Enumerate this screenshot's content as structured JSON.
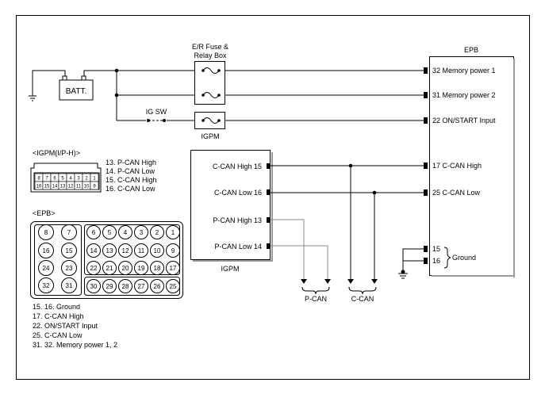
{
  "battery": {
    "label": "BATT."
  },
  "er_fuse": {
    "label_line1": "E/R Fuse &",
    "label_line2": "Relay Box"
  },
  "ig_sw": {
    "label": "IG SW"
  },
  "igpm_fuse": {
    "label": "IGPM"
  },
  "epb": {
    "title": "EPB",
    "pins": {
      "p32": "32 Memory power 1",
      "p31": "31 Memory power 2",
      "p22": "22 ON/START Input",
      "p17": "17 C-CAN High",
      "p25": "25 C-CAN Low",
      "p15": "15",
      "p16": "16"
    },
    "ground_label": "Ground"
  },
  "igpm": {
    "title": "IGPM",
    "pins": {
      "ccan_high": "C-CAN High 15",
      "ccan_low": "C-CAN Low 16",
      "pcan_high": "P-CAN High 13",
      "pcan_low": "P-CAN Low 14"
    }
  },
  "buses": {
    "pcan": "P-CAN",
    "ccan": "C-CAN"
  },
  "igpm_connector": {
    "title": "<IGPM(I/P-H)>",
    "top_row": [
      "8",
      "7",
      "6",
      "5",
      "4",
      "3",
      "2",
      "1"
    ],
    "bottom_row": [
      "16",
      "15",
      "14",
      "13",
      "12",
      "11",
      "10",
      "9"
    ],
    "legend": [
      "13. P-CAN High",
      "14. P-CAN Low",
      "15. C-CAN High",
      "16. C-CAN Low"
    ]
  },
  "epb_connector": {
    "title": "<EPB>",
    "left_rows": [
      [
        "8",
        "7"
      ],
      [
        "16",
        "15"
      ],
      [
        "24",
        "23"
      ],
      [
        "32",
        "31"
      ]
    ],
    "right_rows": [
      [
        "6",
        "5",
        "4",
        "3",
        "2",
        "1"
      ],
      [
        "14",
        "13",
        "12",
        "11",
        "10",
        "9"
      ],
      [
        "22",
        "21",
        "20",
        "19",
        "18",
        "17"
      ],
      [
        "30",
        "29",
        "28",
        "27",
        "26",
        "25"
      ]
    ],
    "legend": [
      "15. 16. Ground",
      "17. C-CAN High",
      "22. ON/START Input",
      "25. C-CAN Low",
      "31. 32. Memory power 1, 2"
    ]
  }
}
